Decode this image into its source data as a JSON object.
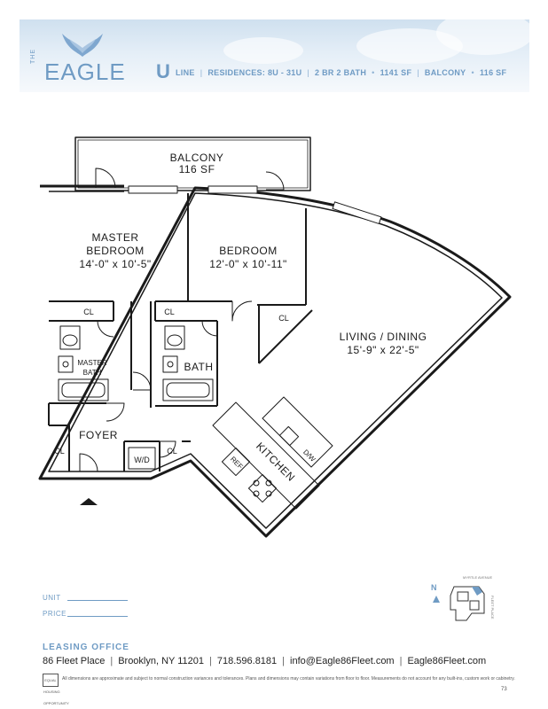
{
  "header": {
    "logo_the": "THE",
    "logo_name": "EAGLE",
    "line_letter": "U",
    "line_word": "LINE",
    "residences": "RESIDENCES: 8U - 31U",
    "beds_baths": "2 BR  2 BATH",
    "area": "1141 SF",
    "balcony_label": "BALCONY",
    "balcony_area": "116 SF"
  },
  "rooms": {
    "balcony_name": "BALCONY",
    "balcony_size": "116 SF",
    "master_name_1": "MASTER",
    "master_name_2": "BEDROOM",
    "master_dims": "14'-0\" x 10'-5\"",
    "bedroom_name": "BEDROOM",
    "bedroom_dims": "12'-0\" x 10'-11\"",
    "living_name": "LIVING / DINING",
    "living_dims": "15'-9\" x 22'-5\"",
    "master_bath_1": "MASTER",
    "master_bath_2": "BATH",
    "bath": "BATH",
    "foyer": "FOYER",
    "kitchen": "KITCHEN",
    "closet": "CL",
    "washer_dryer": "W/D",
    "refrigerator": "REF",
    "dishwasher": "D/W"
  },
  "form": {
    "unit_label": "UNIT",
    "price_label": "PRICE"
  },
  "keyplan": {
    "north": "N",
    "street_top": "MYRTLE AVENUE",
    "street_side": "FLEET PLACE"
  },
  "footer": {
    "leasing_title": "LEASING OFFICE",
    "address": "86 Fleet Place",
    "city": "Brooklyn, NY 11201",
    "phone": "718.596.8181",
    "email": "info@Eagle86Fleet.com",
    "website": "Eagle86Fleet.com",
    "eho_text": "EQUAL HOUSING OPPORTUNITY",
    "disclaimer": "All dimensions are approximate and subject to normal construction variances and tolerances. Plans and dimensions may contain variations from floor to floor. Measurements do not account for any built-ins, custom work or cabinetry.",
    "page_number": "73"
  },
  "colors": {
    "brand_blue": "#6f9bc4",
    "wall": "#1a1a1a"
  }
}
